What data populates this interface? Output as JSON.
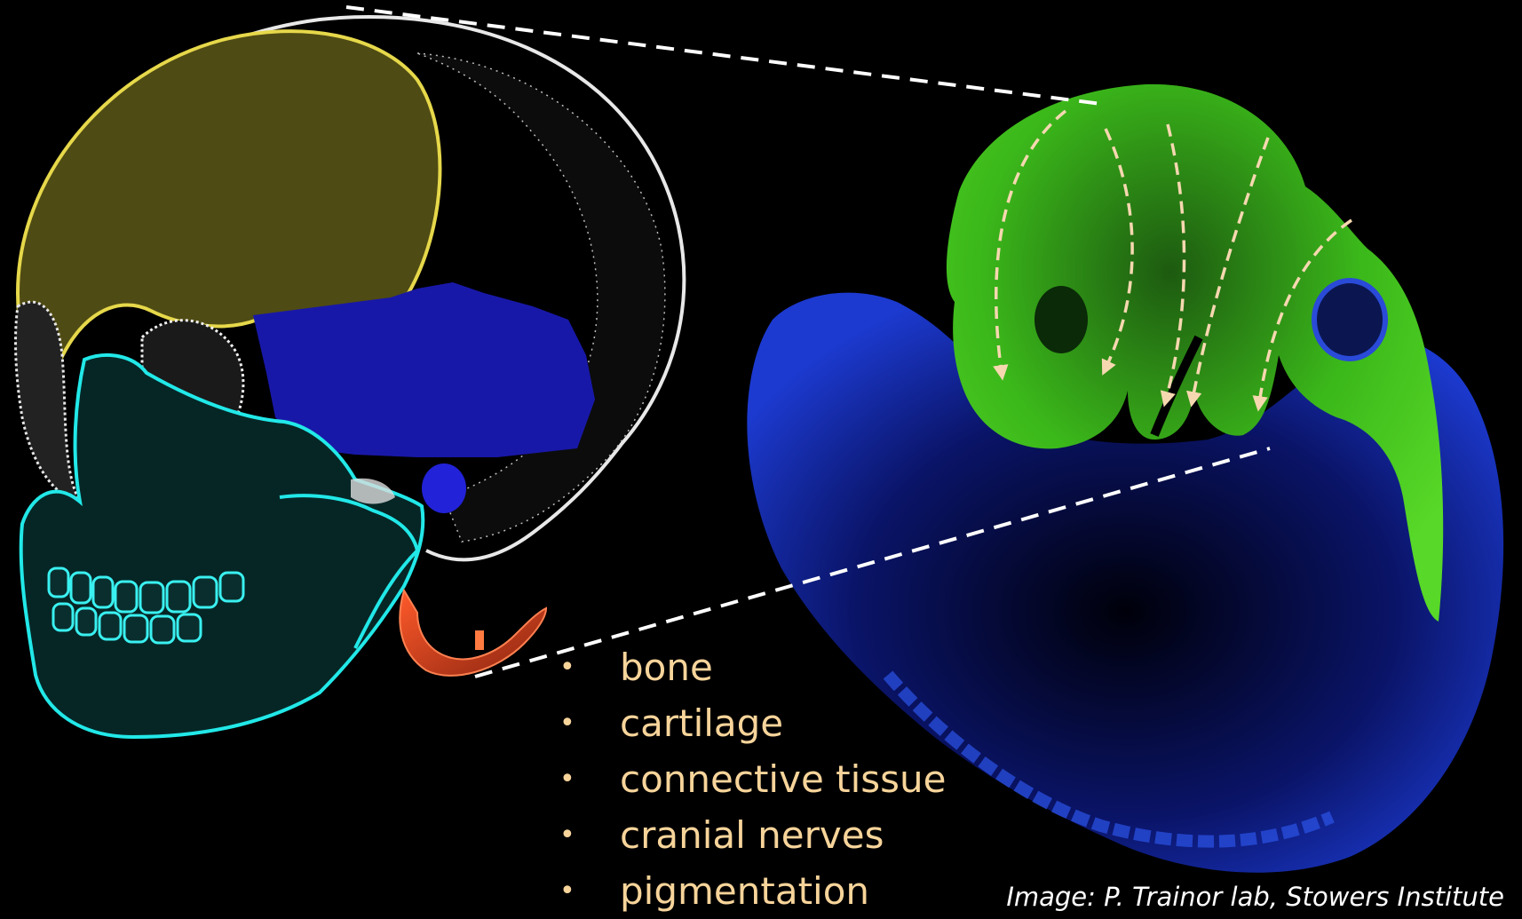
{
  "bullet_items": [
    "bone",
    "cartilage",
    "connective tissue",
    "cranial nerves",
    "pigmentation"
  ],
  "credit": "Image: P. Trainor lab, Stowers Institute",
  "colors": {
    "background": "#000000",
    "bullet_text": "#f7d49a",
    "frontal_bone": "#5a5618",
    "facial_bones": "#19e6e6",
    "sphenoid_temporal": "#1a1ab8",
    "hyoid": "#d84a1a",
    "neural_crest": "#46c81e",
    "embryo_body": "#1832c8",
    "arrows": "#f6d8b0"
  },
  "icons": [
    "skull-illustration",
    "hyoid-bone-illustration",
    "embryo-micrograph",
    "migration-arrow-icon"
  ]
}
